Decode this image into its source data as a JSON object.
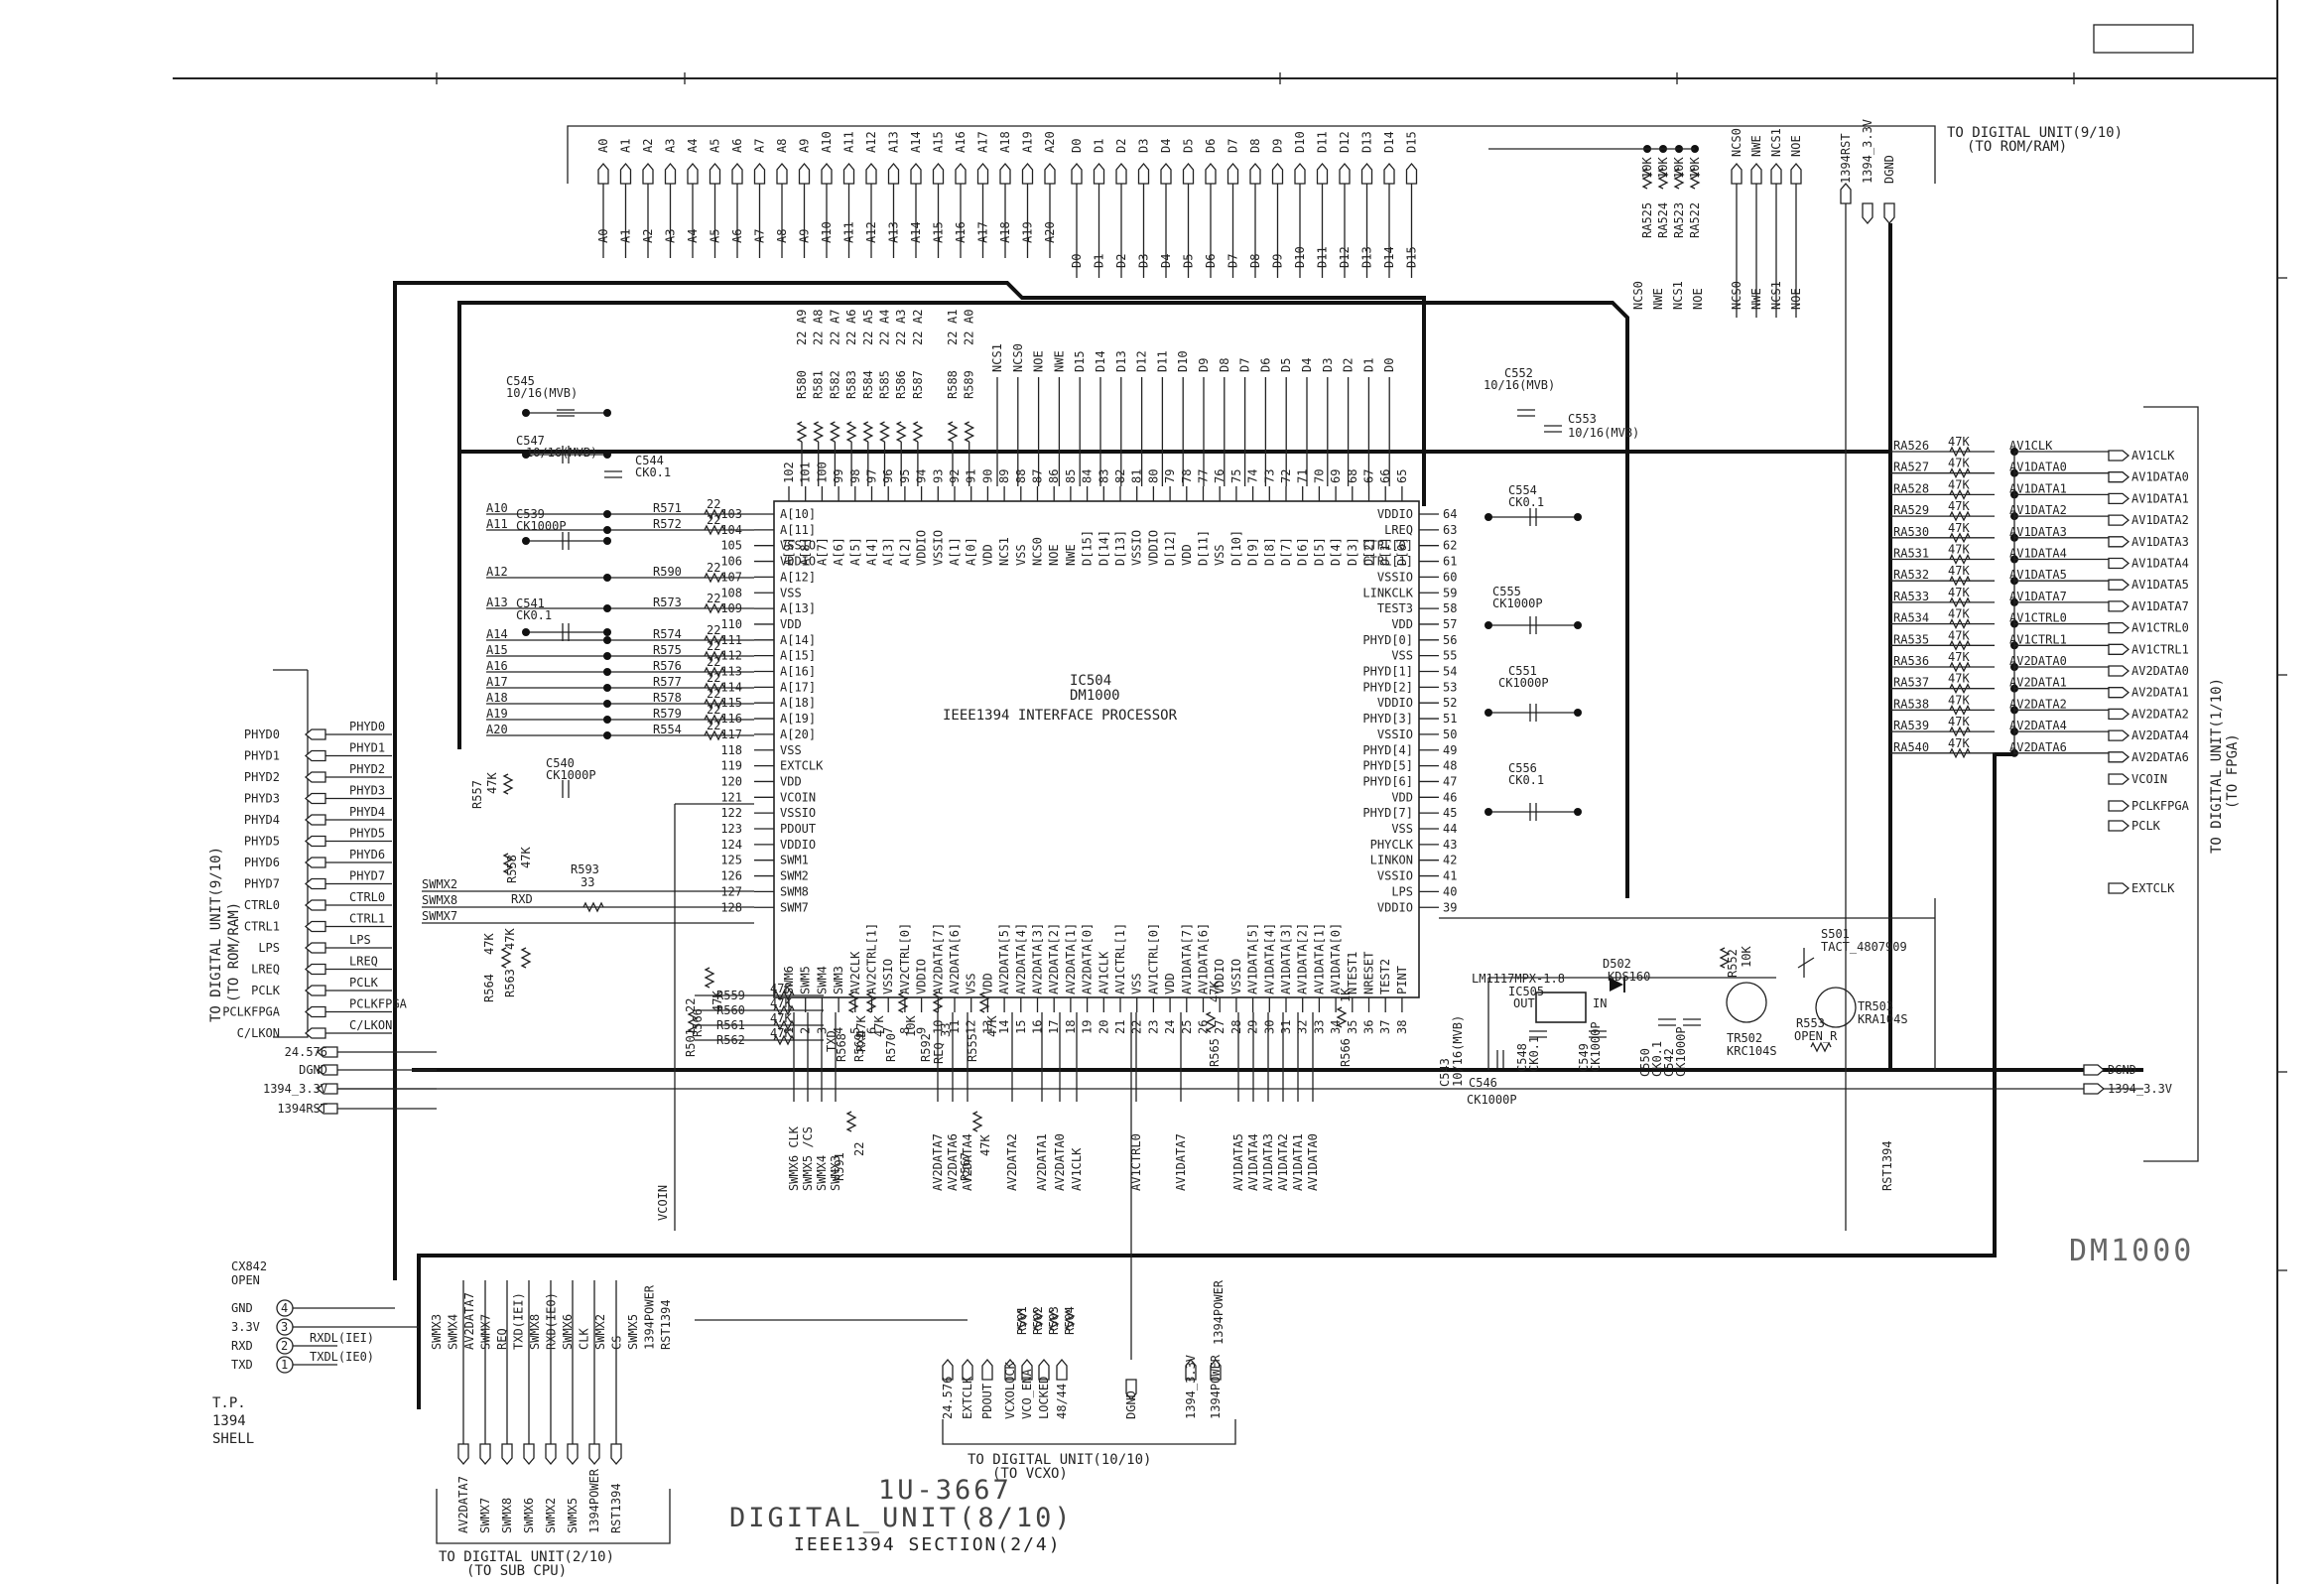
{
  "title_block": {
    "doc_number": "1U-3667",
    "unit": "DIGITAL_UNIT(8/10)",
    "section": "IEEE1394 SECTION(2/4)",
    "board_label": "DM1000"
  },
  "ic": {
    "ref": "IC504",
    "part": "DM1000",
    "desc": "IEEE1394 INTERFACE PROCESSOR",
    "left_pins": [
      {
        "num": "103",
        "name": "A[10]"
      },
      {
        "num": "104",
        "name": "A[11]"
      },
      {
        "num": "105",
        "name": "VSSIO"
      },
      {
        "num": "106",
        "name": "VDDIO"
      },
      {
        "num": "107",
        "name": "A[12]"
      },
      {
        "num": "108",
        "name": "VSS"
      },
      {
        "num": "109",
        "name": "A[13]"
      },
      {
        "num": "110",
        "name": "VDD"
      },
      {
        "num": "111",
        "name": "A[14]"
      },
      {
        "num": "112",
        "name": "A[15]"
      },
      {
        "num": "113",
        "name": "A[16]"
      },
      {
        "num": "114",
        "name": "A[17]"
      },
      {
        "num": "115",
        "name": "A[18]"
      },
      {
        "num": "116",
        "name": "A[19]"
      },
      {
        "num": "117",
        "name": "A[20]"
      },
      {
        "num": "118",
        "name": "VSS"
      },
      {
        "num": "119",
        "name": "EXTCLK"
      },
      {
        "num": "120",
        "name": "VDD"
      },
      {
        "num": "121",
        "name": "VCOIN"
      },
      {
        "num": "122",
        "name": "VSSIO"
      },
      {
        "num": "123",
        "name": "PDOUT"
      },
      {
        "num": "124",
        "name": "VDDIO"
      },
      {
        "num": "125",
        "name": "SWM1"
      },
      {
        "num": "126",
        "name": "SWM2"
      },
      {
        "num": "127",
        "name": "SWM8"
      },
      {
        "num": "128",
        "name": "SWM7"
      }
    ],
    "right_pins": [
      {
        "num": "64",
        "name": "VDDIO"
      },
      {
        "num": "63",
        "name": "LREQ"
      },
      {
        "num": "62",
        "name": "CTRL[0]"
      },
      {
        "num": "61",
        "name": "CTRL[1]"
      },
      {
        "num": "60",
        "name": "VSSIO"
      },
      {
        "num": "59",
        "name": "LINKCLK"
      },
      {
        "num": "58",
        "name": "TEST3"
      },
      {
        "num": "57",
        "name": "VDD"
      },
      {
        "num": "56",
        "name": "PHYD[0]"
      },
      {
        "num": "55",
        "name": "VSS"
      },
      {
        "num": "54",
        "name": "PHYD[1]"
      },
      {
        "num": "53",
        "name": "PHYD[2]"
      },
      {
        "num": "52",
        "name": "VDDIO"
      },
      {
        "num": "51",
        "name": "PHYD[3]"
      },
      {
        "num": "50",
        "name": "VSSIO"
      },
      {
        "num": "49",
        "name": "PHYD[4]"
      },
      {
        "num": "48",
        "name": "PHYD[5]"
      },
      {
        "num": "47",
        "name": "PHYD[6]"
      },
      {
        "num": "46",
        "name": "VDD"
      },
      {
        "num": "45",
        "name": "PHYD[7]"
      },
      {
        "num": "44",
        "name": "VSS"
      },
      {
        "num": "43",
        "name": "PHYCLK"
      },
      {
        "num": "42",
        "name": "LINKON"
      },
      {
        "num": "41",
        "name": "VSSIO"
      },
      {
        "num": "40",
        "name": "LPS"
      },
      {
        "num": "39",
        "name": "VDDIO"
      }
    ],
    "top_pins": [
      {
        "num": "102",
        "name": "A[9]"
      },
      {
        "num": "101",
        "name": "A[8]"
      },
      {
        "num": "100",
        "name": "A[7]"
      },
      {
        "num": "99",
        "name": "A[6]"
      },
      {
        "num": "98",
        "name": "A[5]"
      },
      {
        "num": "97",
        "name": "A[4]"
      },
      {
        "num": "96",
        "name": "A[3]"
      },
      {
        "num": "95",
        "name": "A[2]"
      },
      {
        "num": "94",
        "name": "VDDIO"
      },
      {
        "num": "93",
        "name": "VSSIO"
      },
      {
        "num": "92",
        "name": "A[1]"
      },
      {
        "num": "91",
        "name": "A[0]"
      },
      {
        "num": "90",
        "name": "VDD"
      },
      {
        "num": "89",
        "name": "NCS1"
      },
      {
        "num": "88",
        "name": "VSS"
      },
      {
        "num": "87",
        "name": "NCS0"
      },
      {
        "num": "86",
        "name": "NOE"
      },
      {
        "num": "85",
        "name": "NWE"
      },
      {
        "num": "84",
        "name": "D[15]"
      },
      {
        "num": "83",
        "name": "D[14]"
      },
      {
        "num": "82",
        "name": "D[13]"
      },
      {
        "num": "81",
        "name": "VSSIO"
      },
      {
        "num": "80",
        "name": "VDDIO"
      },
      {
        "num": "79",
        "name": "D[12]"
      },
      {
        "num": "78",
        "name": "VDD"
      },
      {
        "num": "77",
        "name": "D[11]"
      },
      {
        "num": "76",
        "name": "VSS"
      },
      {
        "num": "75",
        "name": "D[10]"
      },
      {
        "num": "74",
        "name": "D[9]"
      },
      {
        "num": "73",
        "name": "D[8]"
      },
      {
        "num": "72",
        "name": "D[7]"
      },
      {
        "num": "71",
        "name": "D[6]"
      },
      {
        "num": "70",
        "name": "D[5]"
      },
      {
        "num": "69",
        "name": "D[4]"
      },
      {
        "num": "68",
        "name": "D[3]"
      },
      {
        "num": "67",
        "name": "D[2]"
      },
      {
        "num": "66",
        "name": "D[1]"
      },
      {
        "num": "65",
        "name": "D[0]"
      }
    ],
    "bottom_pins": [
      {
        "num": "1",
        "name": "SWM6"
      },
      {
        "num": "2",
        "name": "SWM5"
      },
      {
        "num": "3",
        "name": "SWM4"
      },
      {
        "num": "4",
        "name": "SWM3"
      },
      {
        "num": "5",
        "name": "AV2CLK"
      },
      {
        "num": "6",
        "name": "AV2CTRL[1]"
      },
      {
        "num": "7",
        "name": "VSSIO"
      },
      {
        "num": "8",
        "name": "AV2CTRL[0]"
      },
      {
        "num": "9",
        "name": "VDDIO"
      },
      {
        "num": "10",
        "name": "AV2DATA[7]"
      },
      {
        "num": "11",
        "name": "AV2DATA[6]"
      },
      {
        "num": "12",
        "name": "VSS"
      },
      {
        "num": "13",
        "name": "VDD"
      },
      {
        "num": "14",
        "name": "AV2DATA[5]"
      },
      {
        "num": "15",
        "name": "AV2DATA[4]"
      },
      {
        "num": "16",
        "name": "AV2DATA[3]"
      },
      {
        "num": "17",
        "name": "AV2DATA[2]"
      },
      {
        "num": "18",
        "name": "AV2DATA[1]"
      },
      {
        "num": "19",
        "name": "AV2DATA[0]"
      },
      {
        "num": "20",
        "name": "AV1CLK"
      },
      {
        "num": "21",
        "name": "AV1CTRL[1]"
      },
      {
        "num": "22",
        "name": "VSS"
      },
      {
        "num": "23",
        "name": "AV1CTRL[0]"
      },
      {
        "num": "24",
        "name": "VDD"
      },
      {
        "num": "25",
        "name": "AV1DATA[7]"
      },
      {
        "num": "26",
        "name": "AV1DATA[6]"
      },
      {
        "num": "27",
        "name": "VDDIO"
      },
      {
        "num": "28",
        "name": "VSSIO"
      },
      {
        "num": "29",
        "name": "AV1DATA[5]"
      },
      {
        "num": "30",
        "name": "AV1DATA[4]"
      },
      {
        "num": "31",
        "name": "AV1DATA[3]"
      },
      {
        "num": "32",
        "name": "AV1DATA[2]"
      },
      {
        "num": "33",
        "name": "AV1DATA[1]"
      },
      {
        "num": "34",
        "name": "AV1DATA[0]"
      },
      {
        "num": "35",
        "name": "NTEST1"
      },
      {
        "num": "36",
        "name": "NRESET"
      },
      {
        "num": "37",
        "name": "TEST2"
      },
      {
        "num": "38",
        "name": "PINT"
      }
    ]
  },
  "rom_bus": {
    "address": [
      "A0",
      "A1",
      "A2",
      "A3",
      "A4",
      "A5",
      "A6",
      "A7",
      "A8",
      "A9",
      "A10",
      "A11",
      "A12",
      "A13",
      "A14",
      "A15",
      "A16",
      "A17",
      "A18",
      "A19",
      "A20"
    ],
    "data": [
      "D0",
      "D1",
      "D2",
      "D3",
      "D4",
      "D5",
      "D6",
      "D7",
      "D8",
      "D9",
      "D10",
      "D11",
      "D12",
      "D13",
      "D14",
      "D15"
    ],
    "control": [
      "NCS0",
      "NWE",
      "NCS1",
      "NOE"
    ],
    "power": [
      "1394RST",
      "1394_3.3V",
      "DGND"
    ],
    "dest": "TO DIGITAL UNIT(9/10)",
    "dest_sub": "(TO ROM/RAM)"
  },
  "pullups": {
    "refs": [
      "RA525",
      "RA524",
      "RA523",
      "RA522"
    ],
    "value": "10K"
  },
  "addr_resistors": [
    {
      "ref": "R580",
      "value": "22",
      "net": "A9"
    },
    {
      "ref": "R581",
      "value": "22",
      "net": "A8"
    },
    {
      "ref": "R582",
      "value": "22",
      "net": "A7"
    },
    {
      "ref": "R583",
      "value": "22",
      "net": "A6"
    },
    {
      "ref": "R584",
      "value": "22",
      "net": "A5"
    },
    {
      "ref": "R585",
      "value": "22",
      "net": "A4"
    },
    {
      "ref": "R586",
      "value": "22",
      "net": "A3"
    },
    {
      "ref": "R587",
      "value": "22",
      "net": "A2"
    },
    {
      "ref": "R588",
      "value": "22",
      "net": "A1"
    },
    {
      "ref": "R589",
      "value": "22",
      "net": "A0"
    }
  ],
  "top_nets": [
    "NCS1",
    "NCS0",
    "NOE",
    "NWE",
    "D15",
    "D14",
    "D13",
    "D12",
    "D11",
    "D10",
    "D9",
    "D8",
    "D7",
    "D6",
    "D5",
    "D4",
    "D3",
    "D2",
    "D1",
    "D0"
  ],
  "left_resistors": [
    {
      "ref": "R571",
      "value": "22",
      "net": "A10"
    },
    {
      "ref": "R572",
      "value": "22",
      "net": "A11"
    },
    {
      "ref": "R590",
      "value": "22",
      "net": "A12"
    },
    {
      "ref": "R573",
      "value": "22",
      "net": "A13"
    },
    {
      "ref": "R574",
      "value": "22",
      "net": "A14"
    },
    {
      "ref": "R575",
      "value": "22",
      "net": "A15"
    },
    {
      "ref": "R576",
      "value": "22",
      "net": "A16"
    },
    {
      "ref": "R577",
      "value": "22",
      "net": "A17"
    },
    {
      "ref": "R578",
      "value": "22",
      "net": "A18"
    },
    {
      "ref": "R579",
      "value": "22",
      "net": "A19"
    },
    {
      "ref": "R554",
      "value": "22",
      "net": "A20"
    }
  ],
  "capacitors": [
    {
      "ref": "C545",
      "value": "10/16(MVB)"
    },
    {
      "ref": "C547",
      "value": "10/16(MVB)"
    },
    {
      "ref": "C544",
      "value": "CK0.1"
    },
    {
      "ref": "C539",
      "value": "CK1000P"
    },
    {
      "ref": "C541",
      "value": "CK0.1"
    },
    {
      "ref": "C540",
      "value": "CK1000P"
    },
    {
      "ref": "C552",
      "value": "10/16(MVB)"
    },
    {
      "ref": "C553",
      "value": "10/16(MVB)"
    },
    {
      "ref": "C554",
      "value": "CK0.1"
    },
    {
      "ref": "C555",
      "value": "CK1000P"
    },
    {
      "ref": "C551",
      "value": "CK1000P"
    },
    {
      "ref": "C556",
      "value": "CK0.1"
    },
    {
      "ref": "C546",
      "value": "CK1000P"
    }
  ],
  "phy_bus": {
    "signals": [
      "PHYD0",
      "PHYD1",
      "PHYD2",
      "PHYD3",
      "PHYD4",
      "PHYD5",
      "PHYD6",
      "PHYD7",
      "CTRL0",
      "CTRL1",
      "LPS",
      "LREQ",
      "PCLK",
      "PCLKFPGA",
      "C/LKON"
    ],
    "dest": "TO DIGITAL UNIT(9/10)",
    "dest_sub": "(TO ROM/RAM)"
  },
  "left_power": [
    "24.576",
    "DGND",
    "1394_3.3V",
    "1394RST"
  ],
  "swm_nets": [
    "SWMX2",
    "SWMX8",
    "SWMX7"
  ],
  "misc_labels": {
    "rxd": "RXD",
    "r593": "R593",
    "r593_val": "33",
    "r557": "R557",
    "r557_val": "47K",
    "r558": "R558",
    "r558_val": "47K",
    "r564": "R564",
    "r564_val": "47K",
    "r563": "R563",
    "r563_val": "47K",
    "vcoin": "VCOIN",
    "r501": "R501",
    "r501_val": "22"
  },
  "av_resistors": [
    {
      "ref": "RA526",
      "value": "47K",
      "net": "AV1CLK"
    },
    {
      "ref": "RA527",
      "value": "47K",
      "net": "AV1DATA0"
    },
    {
      "ref": "RA528",
      "value": "47K",
      "net": "AV1DATA1"
    },
    {
      "ref": "RA529",
      "value": "47K",
      "net": "AV1DATA2"
    },
    {
      "ref": "RA530",
      "value": "47K",
      "net": "AV1DATA3"
    },
    {
      "ref": "RA531",
      "value": "47K",
      "net": "AV1DATA4"
    },
    {
      "ref": "RA532",
      "value": "47K",
      "net": "AV1DATA5"
    },
    {
      "ref": "RA533",
      "value": "47K",
      "net": "AV1DATA7"
    },
    {
      "ref": "RA534",
      "value": "47K",
      "net": "AV1CTRL0"
    },
    {
      "ref": "RA535",
      "value": "47K",
      "net": "AV1CTRL1"
    },
    {
      "ref": "RA536",
      "value": "47K",
      "net": "AV2DATA0"
    },
    {
      "ref": "RA537",
      "value": "47K",
      "net": "AV2DATA1"
    },
    {
      "ref": "RA538",
      "value": "47K",
      "net": "AV2DATA2"
    },
    {
      "ref": "RA539",
      "value": "47K",
      "net": "AV2DATA4"
    },
    {
      "ref": "RA540",
      "value": "47K",
      "net": "AV2DATA6"
    }
  ],
  "fpga_outputs": [
    "AV1CLK",
    "AV1DATA0",
    "AV1DATA1",
    "AV1DATA2",
    "AV1DATA3",
    "AV1DATA4",
    "AV1DATA5",
    "AV1DATA7",
    "AV1CTRL0",
    "AV1CTRL1",
    "AV2DATA0",
    "AV2DATA1",
    "AV2DATA2",
    "AV2DATA4",
    "AV2DATA6",
    "VCOIN",
    "PCLKFPGA",
    "PCLK",
    "EXTCLK"
  ],
  "fpga_dest": "TO DIGITAL UNIT(1/10)",
  "fpga_dest_sub": "(TO FPGA)",
  "right_power": [
    "DGND",
    "1394_3.3V"
  ],
  "power_section": {
    "regulator": "LM1117MPX-1.8",
    "ic505": "IC505",
    "ic505_pins": [
      "OUT",
      "IN"
    ],
    "c543": "C543",
    "c543_val": "10/16(MVB)",
    "c548": "C548",
    "c548_val": "CK0.1",
    "c549": "C549",
    "c549_val": "CK1000P",
    "c550": "C550",
    "c550_val": "CK0.1",
    "c542": "C542",
    "c542_val": "CK1000P",
    "d502": "D502",
    "d502_part": "KDS160",
    "tr502": "TR502",
    "tr502_part": "KRC104S",
    "tr503": "TR503",
    "tr503_part": "KRA104S",
    "r552": "R552",
    "r552_val": "10K",
    "r553": "R553",
    "r553_val": "OPEN_R",
    "s501": "S501",
    "s501_part": "TACT_4807909",
    "r566": "R566",
    "r566_val": "1K",
    "r565": "R565",
    "r565_val": "47K",
    "rst": "RST1394"
  },
  "bottom_res": {
    "refs": [
      {
        "ref": "R559",
        "value": "47K"
      },
      {
        "ref": "R560",
        "value": "47K"
      },
      {
        "ref": "R561",
        "value": "47K"
      },
      {
        "ref": "R562",
        "value": "47K"
      }
    ],
    "r566g": "R566",
    "r566g_val": "47K",
    "r568": "R568",
    "r568_val": "47K",
    "r569": "R569",
    "r569_val": "47K",
    "r570": "R570",
    "r570_val": "10K",
    "r592": "R592",
    "r592_val": "33",
    "r555": "R555",
    "r555_val": "47K",
    "r567": "R567",
    "r567_val": "47K",
    "r591": "R591",
    "r591_val": "22",
    "txd": "TXD",
    "rxd": "RXD",
    "req": "REQ"
  },
  "bottom_nets": [
    "SWMX6 CLK",
    "SWMX5 /CS",
    "SWMX4",
    "SWMX3",
    "AV2DATA7",
    "AV2DATA6",
    "AV2DATA4",
    "AV2DATA2",
    "AV2DATA1",
    "AV2DATA0",
    "AV1CLK",
    "AV1CTRL0",
    "AV1DATA7",
    "AV1DATA5",
    "AV1DATA4",
    "AV1DATA3",
    "AV1DATA2",
    "AV1DATA1",
    "AV1DATA0"
  ],
  "vcxo": {
    "signals": [
      "24.576",
      "EXTCLK",
      "PDOUT",
      "VCXOLOCK",
      "VCO_ENA",
      "LOCKED",
      "48/44",
      "DGND",
      "1394_3.3V",
      "1394POWER"
    ],
    "resistors": [
      "R501",
      "R502",
      "R503",
      "R504"
    ],
    "dest": "TO DIGITAL UNIT(10/10)",
    "dest_sub": "(TO VCXO)",
    "power_net": "1394POWER"
  },
  "sub_cpu": {
    "nets_top": [
      "SWMX3",
      "SWMX4",
      "AV2DATA7",
      "SWMX7",
      "REQ",
      "TXD(IEI)",
      "SWMX8",
      "RXD(IE0)",
      "SWMX6",
      "CLK",
      "SWMX2",
      "CS",
      "SWMX5",
      "1394POWER",
      "RST1394"
    ],
    "signals": [
      "AV2DATA7",
      "SWMX7",
      "SWMX8",
      "SWMX6",
      "SWMX2",
      "SWMX5",
      "1394POWER",
      "RST1394"
    ],
    "dest": "TO DIGITAL UNIT(2/10)",
    "dest_sub": "(TO SUB CPU)"
  },
  "connector": {
    "ref": "CX842",
    "note": "OPEN",
    "pins": [
      {
        "name": "GND",
        "num": "4"
      },
      {
        "name": "3.3V",
        "num": "3"
      },
      {
        "name": "RXD",
        "num": "2"
      },
      {
        "name": "TXD",
        "num": "1"
      }
    ],
    "rx_net": "RXDL(IEI)",
    "tx_net": "TXDL(IE0)",
    "tp": "T.P.",
    "tp2": "1394",
    "tp3": "SHELL"
  }
}
